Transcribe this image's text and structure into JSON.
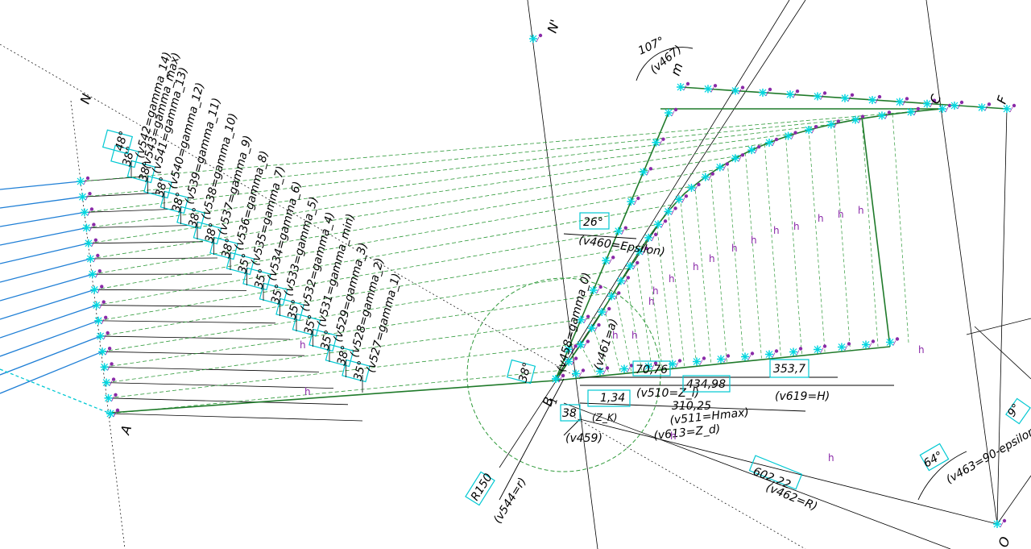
{
  "colors": {
    "background": "#ffffff",
    "blue_lines": "#1f7fd6",
    "green_solid": "#1f7a2a",
    "green_dashed": "#2f9a3a",
    "black_lines": "#000000",
    "cyan_markers": "#00d6e0",
    "purple_constraints": "#8a2aa8",
    "magenta_axes": "#d020d0"
  },
  "points": {
    "A": "A",
    "B1": "B",
    "B1_sub": "1",
    "C": "C",
    "F": "F",
    "O": "O",
    "N_left": "N",
    "N_mid": "N'",
    "m": "m"
  },
  "left_gamma_dims": [
    {
      "value": "35°",
      "label": "(v527=gamma_1)"
    },
    {
      "value": "38°",
      "label": "(v528=gamma_2)"
    },
    {
      "value": "35°",
      "label": "(v529=gamma_3)"
    },
    {
      "value": "35°",
      "label": "(v531=gamma_min)"
    },
    {
      "value": "35°",
      "label": "(v532=gamma_4)"
    },
    {
      "value": "35°",
      "label": "(v533=gamma_5)"
    },
    {
      "value": "35°",
      "label": "(v534=gamma_6)"
    },
    {
      "value": "35°",
      "label": "(v535=gamma_7)"
    },
    {
      "value": "38°",
      "label": "(v536=gamma_8)"
    },
    {
      "value": "38°",
      "label": "(v537=gamma_9)"
    },
    {
      "value": "38°",
      "label": "(v538=gamma_10)"
    },
    {
      "value": "38°",
      "label": "(v539=gamma_11)"
    },
    {
      "value": "38°",
      "label": "(v540=gamma_12)"
    },
    {
      "value": "38°",
      "label": "(v541=gamma_13)"
    },
    {
      "value": "38°",
      "label": "(v542=gamma_14)"
    }
  ],
  "dims": {
    "gamma_max": {
      "value": "48°",
      "label": "(v543=gamma_max)"
    },
    "epsilon": {
      "value": "26°",
      "label": "(v460=Epsilon)"
    },
    "gamma_0": {
      "value": "38°",
      "label": "(v458=gamma_0)"
    },
    "v461": {
      "value": "",
      "label": "(v461=a)"
    },
    "v467": {
      "value": "107°",
      "label": "(v467)"
    },
    "r150": {
      "value": "R150",
      "label": "(v544=r)"
    },
    "d38": {
      "value": "38",
      "label": "(v459)"
    },
    "z": {
      "value": "70,76",
      "label": "(v510=Z_l)"
    },
    "d434": {
      "value": "434,98",
      "label": ""
    },
    "d353": {
      "value": "353,7",
      "label": "(v619=H)"
    },
    "d310": {
      "value": "310,25",
      "label": "(v511=Hmax)"
    },
    "v613": {
      "value": "",
      "label": "(v613=Z_d)"
    },
    "d134": {
      "value": "1,34",
      "label": ""
    },
    "dk": {
      "value": "",
      "label": "(Z_K)"
    },
    "r602": {
      "value": "602,22",
      "label": "(v462=R)"
    },
    "a64": {
      "value": "64°",
      "label": "(v463=90-epsilon)"
    },
    "a9": {
      "value": "9°",
      "label": ""
    }
  },
  "constraint_marks": [
    "h",
    "h",
    "h",
    "h",
    "h",
    "h",
    "h",
    "h",
    "h",
    "h",
    "h",
    "h",
    "h",
    "h",
    "h",
    "h",
    "h",
    "h",
    "h"
  ]
}
